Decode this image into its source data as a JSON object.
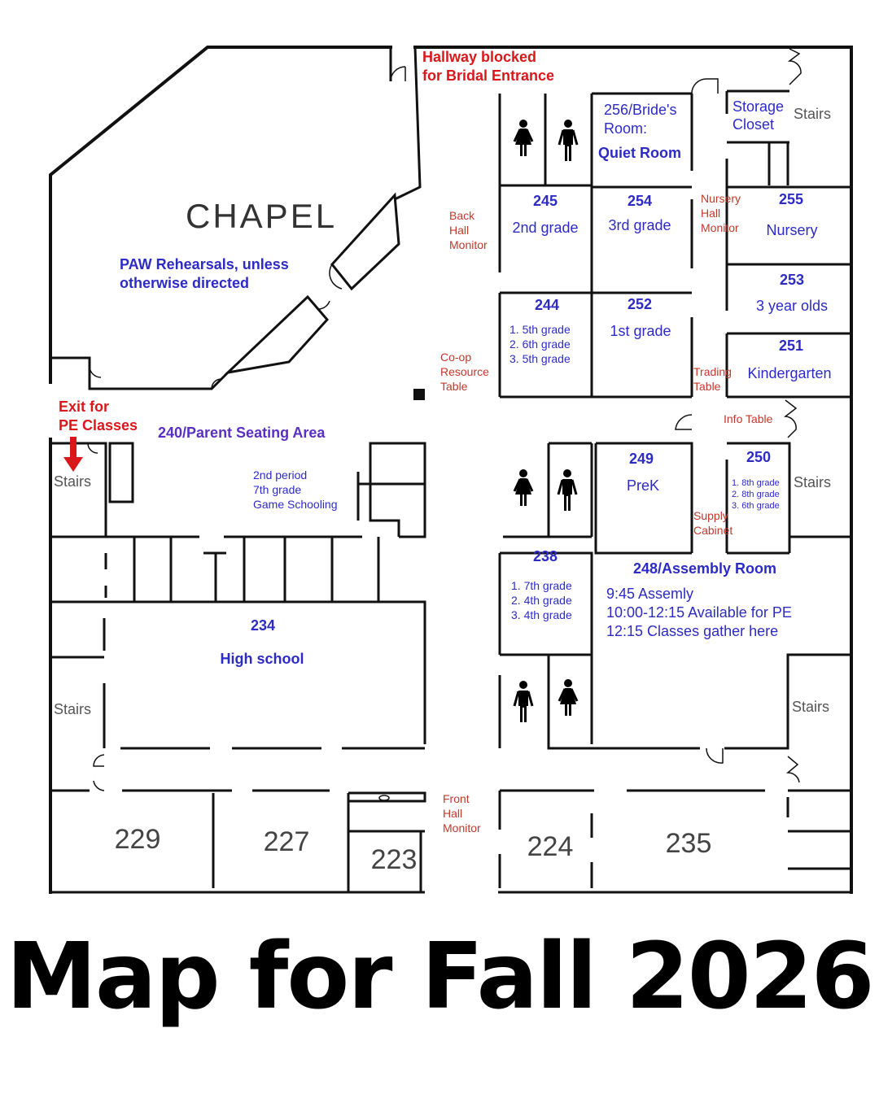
{
  "notices": {
    "hallway_line1": "Hallway blocked",
    "hallway_line2": "for Bridal Entrance",
    "exit_line1": "Exit for",
    "exit_line2": "PE Classes"
  },
  "chapel": {
    "title": "CHAPEL",
    "note_line1": "PAW Rehearsals, unless",
    "note_line2": "otherwise directed"
  },
  "areas": {
    "parent_seating": "240/Parent Seating Area",
    "game_line1": "2nd period",
    "game_line2": "7th grade",
    "game_line3": "Game Schooling"
  },
  "stations": {
    "back_hall": [
      "Back",
      "Hall",
      "Monitor"
    ],
    "coop": [
      "Co-op",
      "Resource",
      "Table"
    ],
    "nursery_hall": [
      "Nursery",
      "Hall",
      "Monitor"
    ],
    "trading": [
      "Trading",
      "Table"
    ],
    "info": "Info Table",
    "supply": [
      "Supply",
      "Cabinet"
    ],
    "front_hall": [
      "Front",
      "Hall",
      "Monitor"
    ]
  },
  "stairs_label": "Stairs",
  "rooms": {
    "r256": {
      "line1": "256/Bride's",
      "line2": "Room:",
      "line3": "Quiet Room"
    },
    "storage": {
      "line1": "Storage",
      "line2": "Closet"
    },
    "r245": {
      "number": "245",
      "name": "2nd grade"
    },
    "r254": {
      "number": "254",
      "name": "3rd grade"
    },
    "r255": {
      "number": "255",
      "name": "Nursery"
    },
    "r253": {
      "number": "253",
      "name": "3 year olds"
    },
    "r244": {
      "number": "244",
      "items": [
        "1. 5th grade",
        "2. 6th grade",
        "3. 5th grade"
      ]
    },
    "r252": {
      "number": "252",
      "name": "1st grade"
    },
    "r251": {
      "number": "251",
      "name": "Kindergarten"
    },
    "r249": {
      "number": "249",
      "name": "PreK"
    },
    "r250": {
      "number": "250",
      "items": [
        "1. 8th grade",
        "2. 8th grade",
        "3. 6th grade"
      ]
    },
    "r238": {
      "number": "238",
      "items": [
        "1. 7th grade",
        "2. 4th grade",
        "3. 4th grade"
      ]
    },
    "r248": {
      "title": "248/Assembly Room",
      "schedule": [
        "9:45 Assemly",
        "10:00-12:15 Available for PE",
        "12:15 Classes gather here"
      ]
    },
    "r234": {
      "number": "234",
      "name": "High school"
    },
    "r229": "229",
    "r227": "227",
    "r223": "223",
    "r224": "224",
    "r235": "235"
  },
  "icons": [
    "female-restroom-icon",
    "male-restroom-icon",
    "exit-arrow-icon"
  ],
  "colors": {
    "room_blue": "#2d2bc4",
    "alert_red": "#d9181c",
    "station_red": "#c0392b"
  },
  "footer": {
    "title": "Map for Fall 2026"
  }
}
